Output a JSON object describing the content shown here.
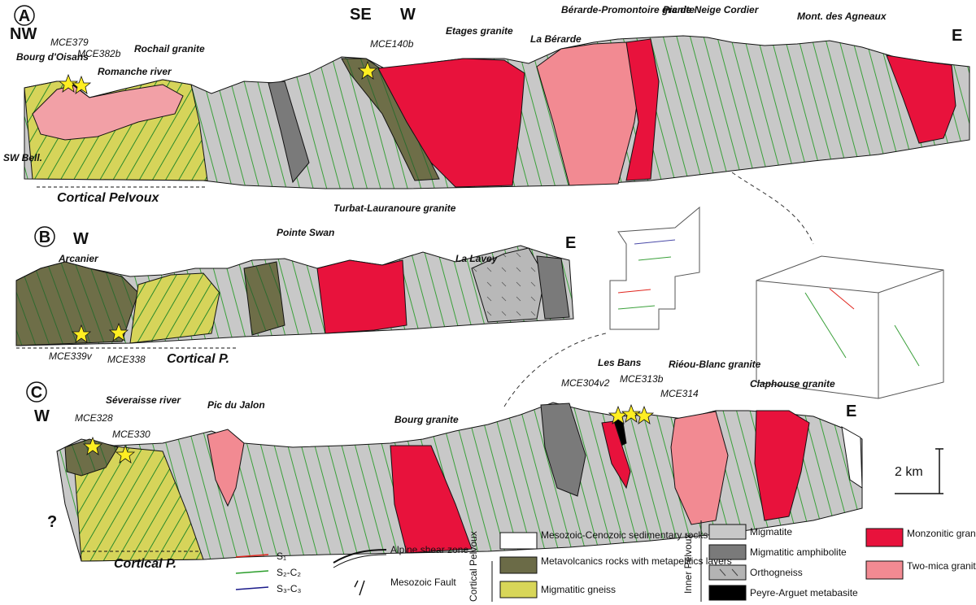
{
  "sections": {
    "a": {
      "letter": "A",
      "dir_left": "NW",
      "dir_mid_1": "SE",
      "dir_mid_2": "W",
      "dir_right": "E",
      "title": "Cortical Pelvoux",
      "places": [
        "Bourg d'Oisans",
        "Romanche river",
        "Rochail granite",
        "Etages granite",
        "La Bérarde",
        "Bérarde-Promontoire granite",
        "Pic de Neige Cordier",
        "Mont. des Agneaux",
        "SW Bell."
      ],
      "samples": [
        "MCE379",
        "MCE382b",
        "MCE140b"
      ]
    },
    "b": {
      "letter": "B",
      "dir_left": "W",
      "dir_right": "E",
      "title": "Cortical P.",
      "places": [
        "Arcanier",
        "Pointe Swan",
        "Turbat-Lauranoure granite",
        "La Lavey"
      ],
      "samples": [
        "MCE339v",
        "MCE338"
      ]
    },
    "c": {
      "letter": "C",
      "dir_left": "W",
      "dir_right": "E",
      "title": "Cortical P.",
      "places": [
        "Séveraisse river",
        "Pic du Jalon",
        "Bourg granite",
        "Les Bans",
        "Riéou-Blanc granite",
        "Claphouse granite"
      ],
      "samples": [
        "MCE328",
        "MCE330",
        "MCE304v2",
        "MCE313b",
        "MCE314"
      ],
      "question": "?"
    }
  },
  "scale": {
    "label": "2 km"
  },
  "legend": {
    "lines": [
      {
        "label": "S₁",
        "color": "#e0241c"
      },
      {
        "label": "S₂-C₂",
        "color": "#2a9d2a"
      },
      {
        "label": "S₃-C₃",
        "color": "#1a1a8a"
      },
      {
        "label": "Alpine shear zone"
      },
      {
        "label": "Mesozoic Fault"
      }
    ],
    "units_left": [
      {
        "label": "Mesozoic-Cenozoic sedimentary rocks",
        "color": "#ffffff"
      },
      {
        "label": "Metavolcanics rocks with metapelitics layers",
        "color": "#6b6b47"
      },
      {
        "label": "Migmatitic gneiss",
        "color": "#d8d658"
      }
    ],
    "group_cortical": "Cortical Pelvoux",
    "group_inner": "Inner Pelvoux",
    "units_inner": [
      {
        "label": "Migmatite",
        "color": "#c8c8c8"
      },
      {
        "label": "Migmatitic amphibolite",
        "color": "#7a7a7a"
      },
      {
        "label": "Orthogneiss",
        "color": "#b4b4b4"
      },
      {
        "label": "Peyre-Arguet metabasite",
        "color": "#000000"
      }
    ],
    "units_granite": [
      {
        "label": "Monzonitic granite",
        "color": "#e8123c"
      },
      {
        "label": "Two-mica granite",
        "color": "#f28a92"
      }
    ]
  }
}
